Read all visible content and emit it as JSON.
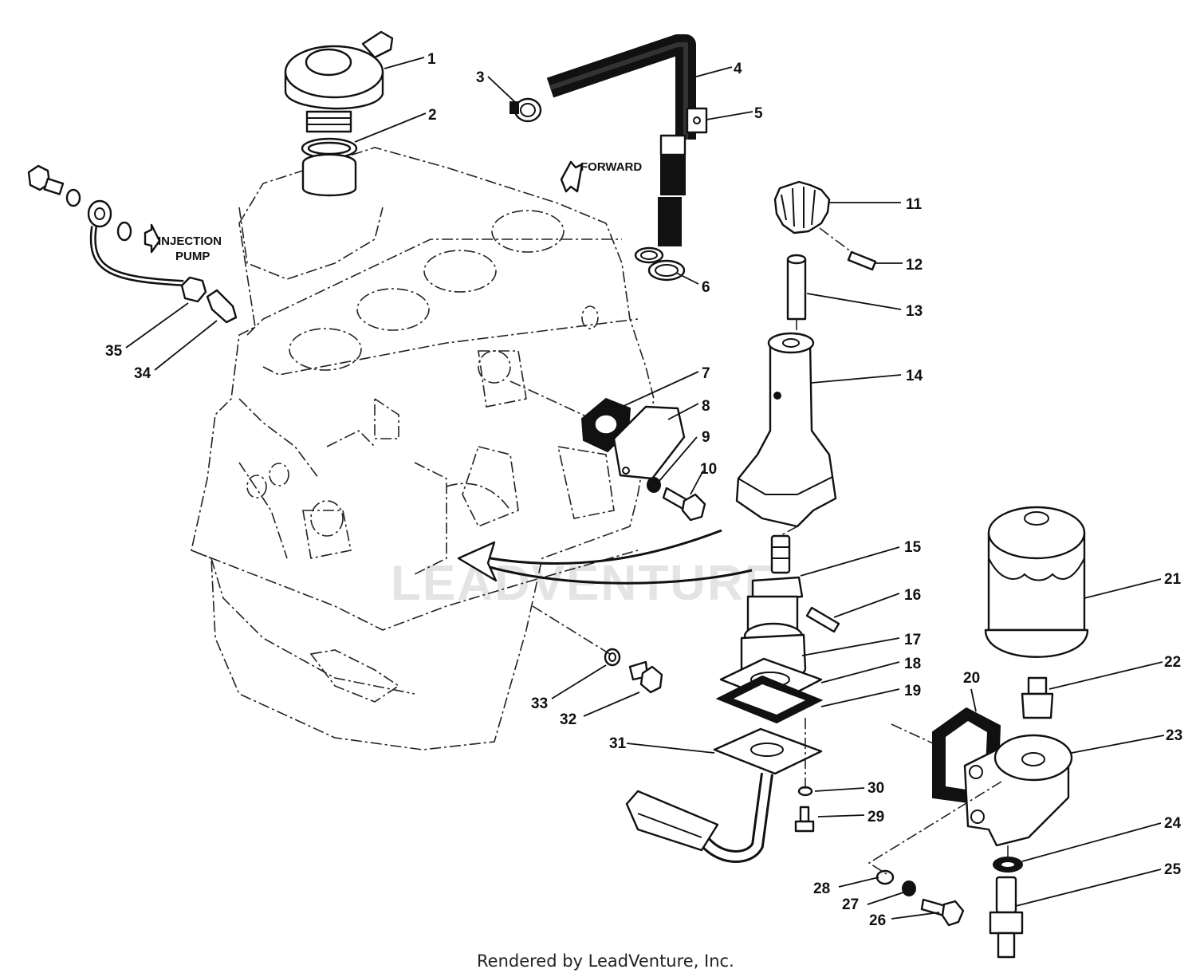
{
  "watermark": "LEADVENTURE",
  "credit": "Rendered by LeadVenture, Inc.",
  "direction_labels": {
    "forward": "FORWARD",
    "injection_line1": "INJECTION",
    "injection_line2": "PUMP"
  },
  "callouts": [
    "1",
    "2",
    "3",
    "4",
    "5",
    "6",
    "7",
    "8",
    "9",
    "10",
    "11",
    "12",
    "13",
    "14",
    "15",
    "16",
    "17",
    "18",
    "19",
    "20",
    "21",
    "22",
    "23",
    "24",
    "25",
    "26",
    "27",
    "28",
    "29",
    "30",
    "31",
    "32",
    "33",
    "34",
    "35"
  ]
}
